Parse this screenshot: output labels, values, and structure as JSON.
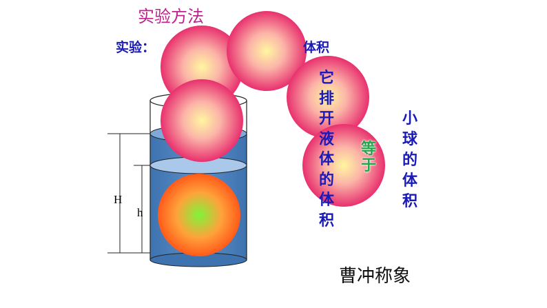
{
  "title": "实验方法",
  "experiment_left": "实验：",
  "experiment_right": "体积",
  "displaced_text": [
    "它",
    "排",
    "开",
    "液",
    "体",
    "的",
    "体",
    "积"
  ],
  "equals_text": [
    "等",
    "于"
  ],
  "ball_volume_text": [
    "小",
    "球",
    "的",
    "体",
    "积"
  ],
  "caption": "曹冲称象",
  "measure": {
    "H": "H",
    "h": "h"
  },
  "colors": {
    "title": "#c0208c",
    "blue_text": "#1a1ab8",
    "green_text": "#22a84a",
    "water": "#4e84bf",
    "ball_center": "#fff6a0",
    "ball_edge": "#e8306e",
    "orange_ball_center": "#7ef43a",
    "orange_ball_edge": "#ff5a1a"
  }
}
